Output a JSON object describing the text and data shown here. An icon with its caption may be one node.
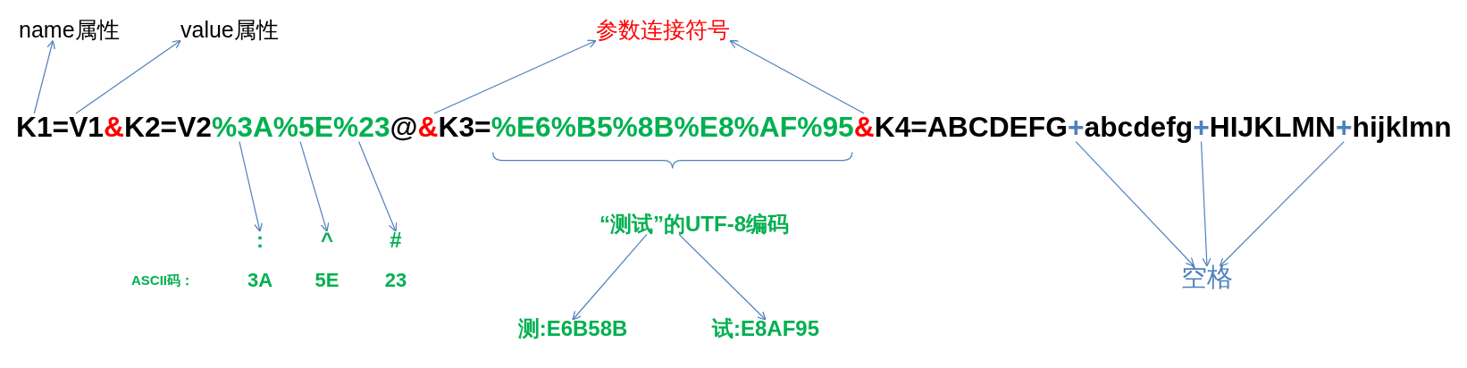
{
  "diagram": {
    "nodes": [
      {
        "text": [
          "name属性"
        ]
      },
      {
        "text": [
          "value属性"
        ]
      },
      {
        "text": [
          "参数连接符号"
        ]
      },
      {
        "text": [
          "K1"
        ]
      },
      {
        "text": [
          "V1"
        ]
      },
      {
        "text": [
          "%3A"
        ]
      },
      {
        "text": [
          "%5E"
        ]
      },
      {
        "text": [
          "%23"
        ]
      },
      {
        "text": [
          "&"
        ]
      },
      {
        "text": [
          "&"
        ]
      },
      {
        "text": [
          "+"
        ]
      },
      {
        "text": [
          "+"
        ]
      },
      {
        "text": [
          "+"
        ]
      },
      {
        "text": [
          ":"
        ]
      },
      {
        "text": [
          "^"
        ]
      },
      {
        "text": [
          "#"
        ]
      },
      {
        "text": [
          "“测试”的UTF-8编码"
        ]
      },
      {
        "text": [
          "空格"
        ]
      },
      {
        "text": [
          "测:E6B58B"
        ]
      },
      {
        "text": [
          "试:E8AF95"
        ]
      }
    ],
    "edges": [
      {
        "from": 3,
        "to": 0,
        "arrow": "to"
      },
      {
        "from": 4,
        "to": 1,
        "arrow": "to"
      },
      {
        "from": 8,
        "to": 2,
        "arrow": "to"
      },
      {
        "from": 9,
        "to": 2,
        "arrow": "to"
      },
      {
        "from": 5,
        "to": 13,
        "arrow": "to"
      },
      {
        "from": 6,
        "to": 14,
        "arrow": "to"
      },
      {
        "from": 7,
        "to": 15,
        "arrow": "to"
      },
      {
        "from": 10,
        "to": 17,
        "arrow": "to"
      },
      {
        "from": 11,
        "to": 17,
        "arrow": "to"
      },
      {
        "from": 12,
        "to": 17,
        "arrow": "to"
      },
      {
        "from": 16,
        "to": 18,
        "arrow": "to"
      },
      {
        "from": 16,
        "to": 19,
        "arrow": "to"
      }
    ],
    "labels": [
      "=",
      "&",
      "K2=V2",
      "@",
      "K3=",
      "%E6%B5%8B%E8%AF%95",
      "K4=ABCDEFG",
      "abcdefg",
      "HIJKLMN",
      "hijklmn",
      "ASCII码：",
      "3A",
      "5E",
      "23"
    ]
  }
}
